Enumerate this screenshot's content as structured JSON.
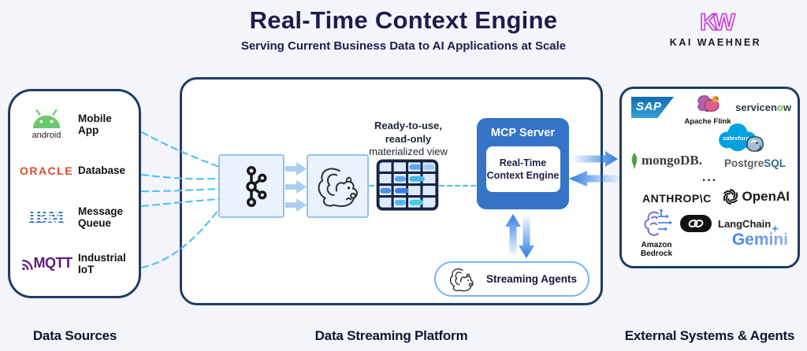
{
  "header": {
    "title": "Real-Time Context Engine",
    "subtitle": "Serving Current Business Data to AI Applications at Scale",
    "logo_mark": "KW",
    "logo_name": "KAI WAEHNER"
  },
  "captions": {
    "left": "Data Sources",
    "middle": "Data Streaming Platform",
    "right": "External Systems & Agents"
  },
  "sources": {
    "items": [
      {
        "brand": "android",
        "label": "Mobile App"
      },
      {
        "brand": "ORACLE",
        "label": "Database"
      },
      {
        "brand": "IBM",
        "label": "Message Queue"
      },
      {
        "brand": "MQTT",
        "label": "Industrial IoT"
      }
    ]
  },
  "platform": {
    "matview": {
      "line1": "Ready-to-use,",
      "line2": "read-only",
      "line3": "materialized view"
    },
    "mcp": {
      "title": "MCP Server",
      "engine_line1": "Real-Time",
      "engine_line2": "Context Engine"
    },
    "agents": "Streaming Agents"
  },
  "external": {
    "sap": "SAP",
    "apache_flink": "Apache Flink",
    "servicenow": {
      "pre": "servicen",
      "o": "o",
      "post": "w"
    },
    "salesforce": "salesforce",
    "mongodb": "mongoDB.",
    "postgres": {
      "pre": "Postgre",
      "post": "SQL"
    },
    "ellipsis": "...",
    "anthropic": "ANTHROP\\C",
    "openai": "OpenAI",
    "langchain": "LangChain",
    "bedrock": "Amazon Bedrock",
    "gemini": "Gemini"
  },
  "colors": {
    "background": "#f3f5fb",
    "navy_border": "#1e3c66",
    "title_navy": "#201b4d",
    "mcp_blue": "#3574c6",
    "dashed_cyan": "#54c3ee",
    "arrow_blue": "#2e7de2",
    "logo_magenta": "#c33fd0"
  }
}
